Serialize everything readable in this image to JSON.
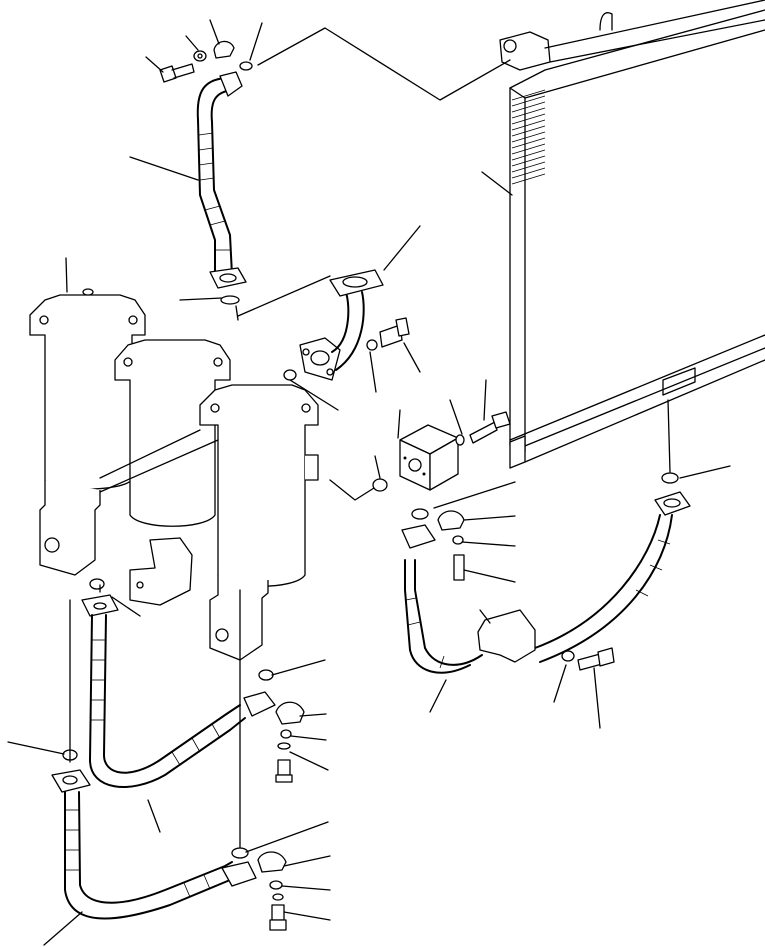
{
  "figure": {
    "kind": "exploded parts diagram",
    "text_labels": []
  },
  "colors": {
    "ink": "#000000",
    "paper": "#ffffff"
  },
  "parts": [
    "radiator-cooler",
    "upper-hose",
    "filter-left",
    "filter-middle",
    "filter-right",
    "elbow-pipe",
    "mounting-block",
    "lower-hose-left",
    "lower-hose-bottom",
    "lower-hose-right"
  ]
}
